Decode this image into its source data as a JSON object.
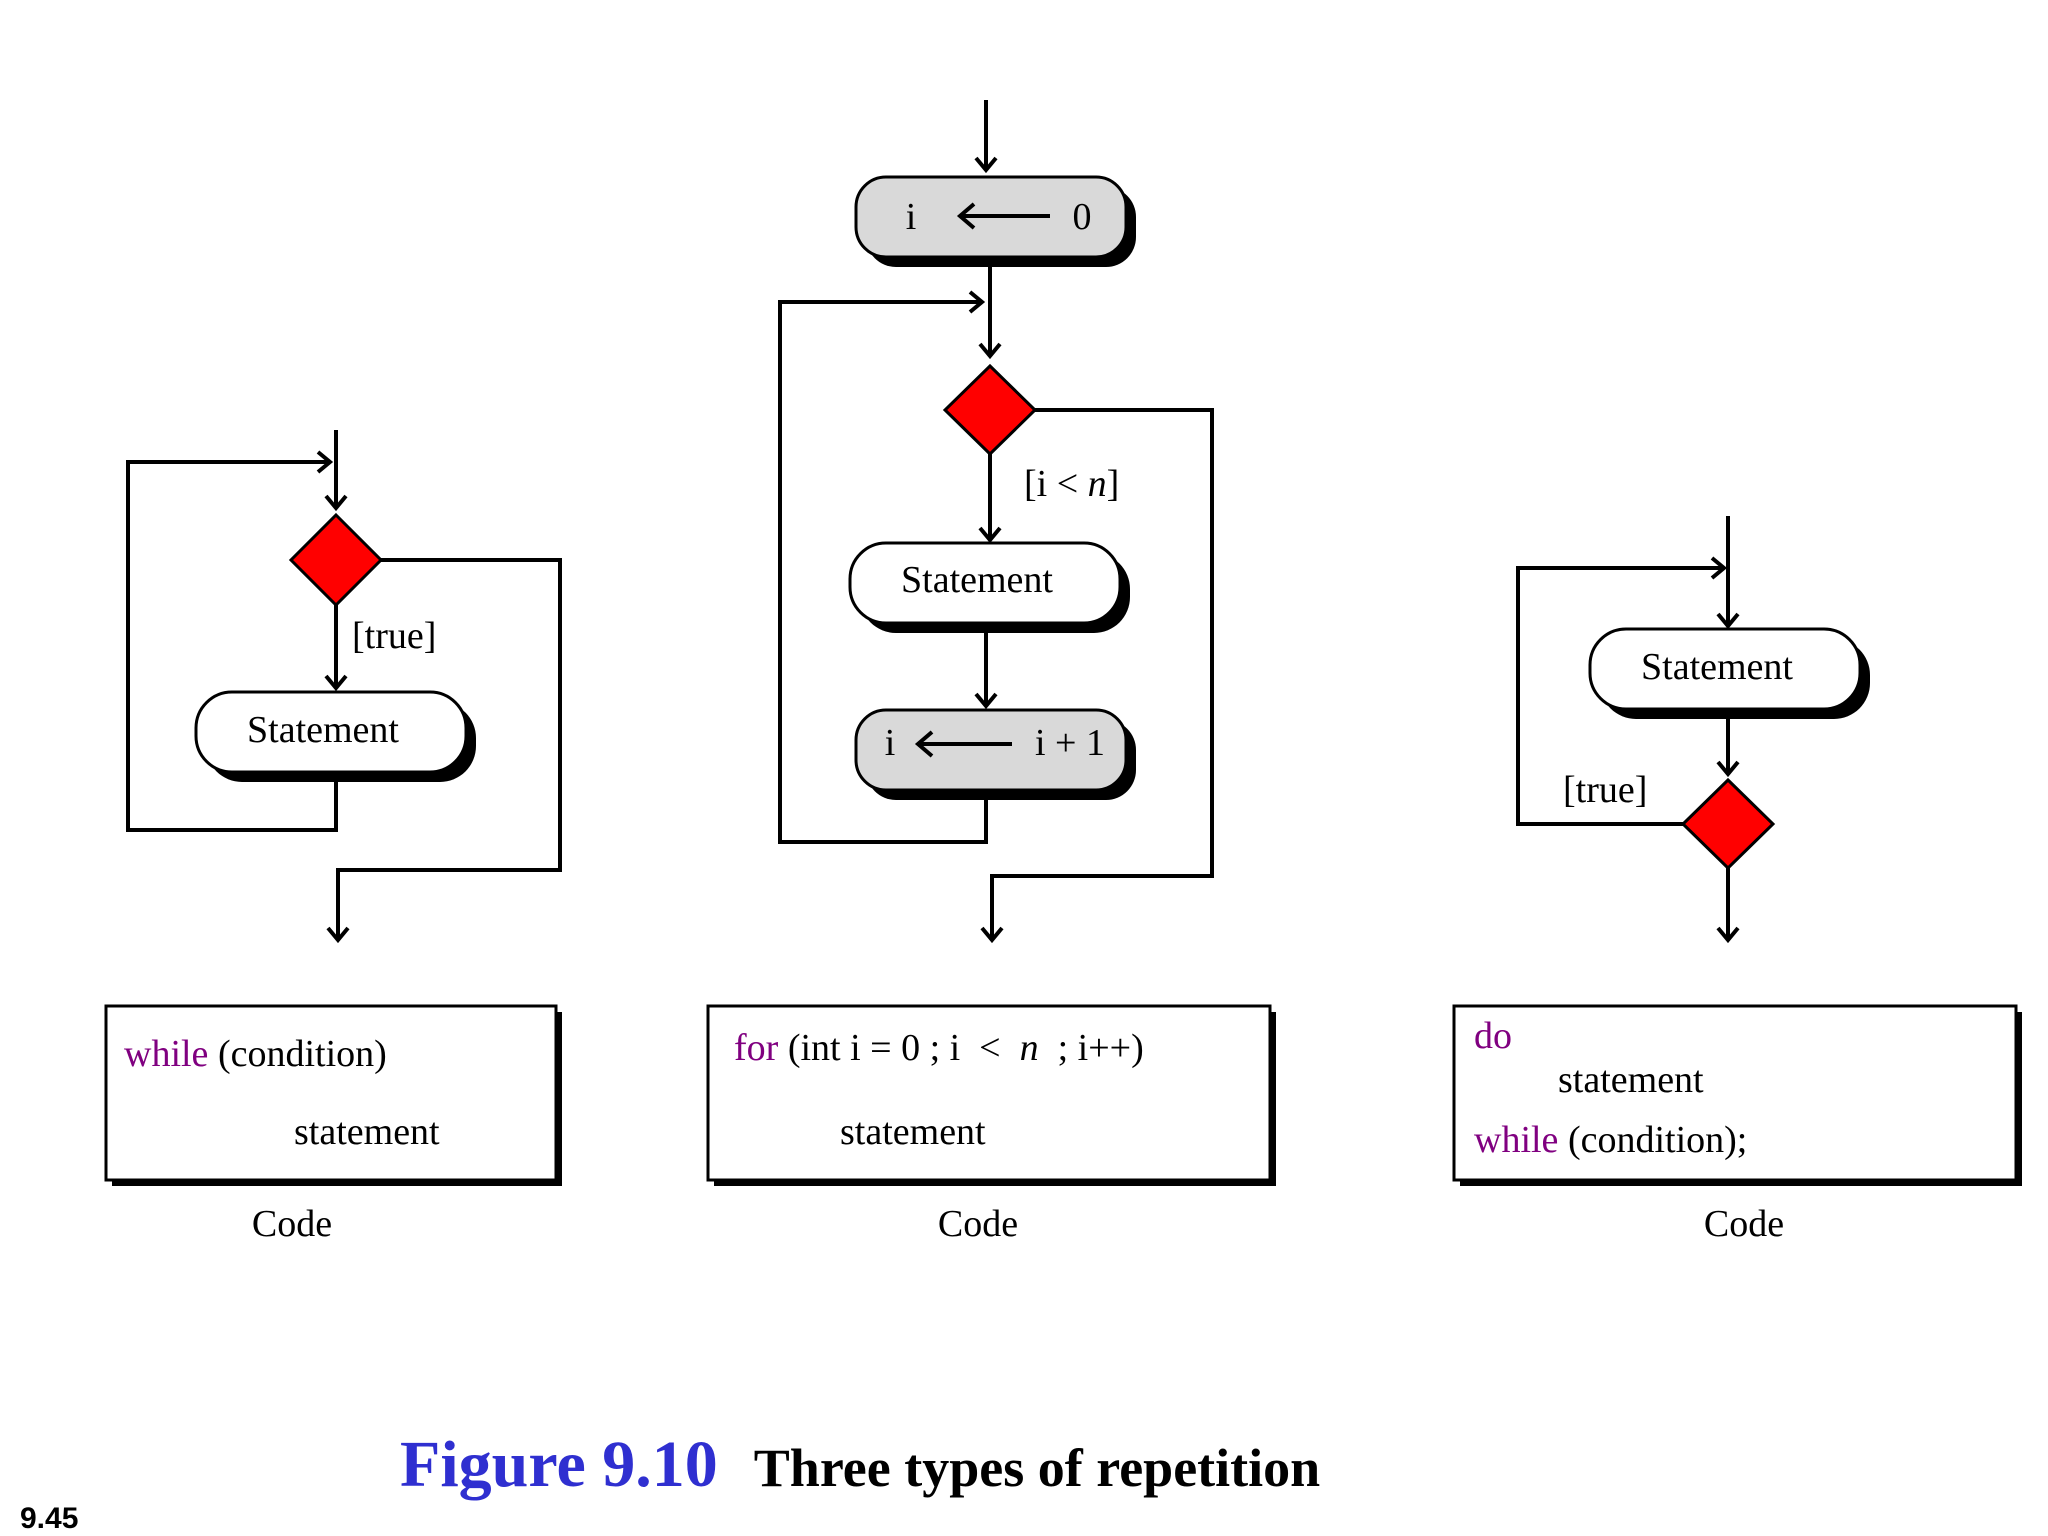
{
  "while_loop": {
    "guard": "[true]",
    "statement": "Statement",
    "code_keyword": "while",
    "code_condition": " (condition)",
    "code_body": "statement",
    "caption": "Code"
  },
  "for_loop": {
    "init_var": "i",
    "init_value": "0",
    "guard_prefix": "[i < ",
    "guard_var": "n",
    "guard_suffix": "]",
    "statement": "Statement",
    "incr_var": "i",
    "incr_value": "i + 1",
    "code_keyword": "for",
    "code_head_a": " (int i = 0 ; i  <  ",
    "code_head_var": "n",
    "code_head_b": "  ; i++)",
    "code_body": "statement",
    "caption": "Code"
  },
  "do_while_loop": {
    "statement": "Statement",
    "guard": "[true]",
    "code_keyword_do": "do",
    "code_body": "statement",
    "code_keyword_while": "while",
    "code_condition": " (condition);",
    "caption": "Code"
  },
  "figure": {
    "number": "Figure 9.10",
    "title": "Three types of repetition"
  },
  "slide_number": "9.45"
}
